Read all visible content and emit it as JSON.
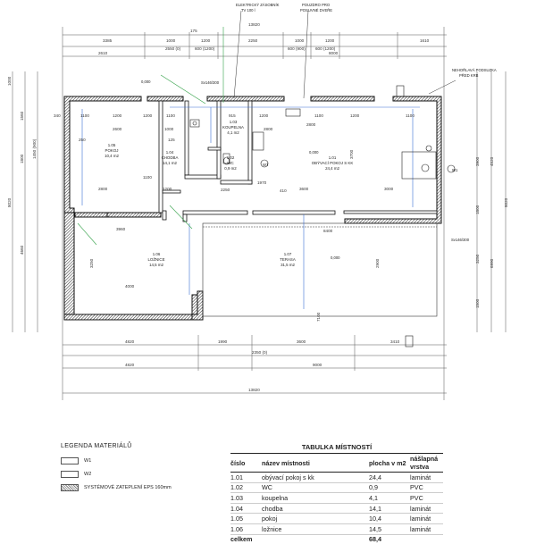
{
  "plan": {
    "overall_dims": [
      "13820"
    ],
    "top_dims_row1": [
      "3385",
      "1000",
      "1200",
      "2250",
      "1000",
      "1200",
      "1610"
    ],
    "top_dims_row2": [
      "2550 (0)",
      "600 (1200)",
      "600 (900)",
      "600 (1200)"
    ],
    "top_dims_row3": [
      "2610",
      "8000"
    ],
    "top_small": [
      "175"
    ],
    "bottom_dims_row1": [
      "4820",
      "1990",
      "3600",
      "3410"
    ],
    "bottom_dims_row2": [
      "2350 (0)"
    ],
    "bottom_dims_row3": [
      "4820",
      "9000"
    ],
    "left_dims": [
      "1000",
      "1560",
      "1450 (900)",
      "1800",
      "4660",
      "8020"
    ],
    "right_dims": [
      "4520",
      "3900",
      "6990",
      "1800",
      "3250",
      "1500",
      "8020"
    ],
    "interior_dims": [
      "340",
      "1100",
      "1200",
      "2600",
      "1000",
      "1200",
      "1100",
      "1200",
      "2800",
      "1200",
      "125",
      "915",
      "250",
      "1000",
      "3700",
      "3600",
      "3000",
      "8400",
      "3960",
      "2350",
      "2250",
      "2100",
      "1100",
      "4000",
      "2150",
      "1150",
      "1600",
      "3250",
      "2900",
      "600",
      "270",
      "410",
      "880",
      "1970",
      "508",
      "900",
      "240",
      "120",
      "7100"
    ],
    "notes": {
      "electrical": "ELEKTRICKÝ ZÁSOBNÍK TV 100 l",
      "sliding": "POUZDRO PRO POSUVNÉ DVEŘE",
      "hood": "NEHOŘLAVÁ PODSUZKA PŘED KRB",
      "w1": "W1",
      "zero1": "0,000",
      "vent": "Sv146/300"
    },
    "rooms": [
      {
        "id": "1.01",
        "name": "OBÝVACÍ POKOJ S KK",
        "area": "24,4 m2"
      },
      {
        "id": "1.02",
        "name": "WC",
        "area": "0,9 m2"
      },
      {
        "id": "1.03",
        "name": "KOUPELNA",
        "area": "4,1 m2"
      },
      {
        "id": "1.04",
        "name": "CHODBA",
        "area": "14,1 m2"
      },
      {
        "id": "1.05",
        "name": "POKOJ",
        "area": "10,4 m2"
      },
      {
        "id": "1.06",
        "name": "LOŽNICE",
        "area": "14,5 m2"
      },
      {
        "id": "1.07",
        "name": "TERASA",
        "area": "31,5 m2"
      }
    ]
  },
  "legend": {
    "title": "LEGENDA MATERIÁLŮ",
    "items": [
      "W1",
      "W2",
      "SYSTÉMOVÉ ZATEPLENÍ EPS 160mm"
    ]
  },
  "room_table": {
    "title": "TABULKA MÍSTNOSTÍ",
    "headers": [
      "číslo",
      "název místnosti",
      "plocha v m2",
      "nášlapná vrstva"
    ],
    "rows": [
      [
        "1.01",
        "obývací pokoj s kk",
        "24,4",
        "laminát"
      ],
      [
        "1.02",
        "WC",
        "0,9",
        "PVC"
      ],
      [
        "1.03",
        "koupelna",
        "4,1",
        "PVC"
      ],
      [
        "1.04",
        "chodba",
        "14,1",
        "laminát"
      ],
      [
        "1.05",
        "pokoj",
        "10,4",
        "laminát"
      ],
      [
        "1.06",
        "ložnice",
        "14,5",
        "laminát"
      ]
    ],
    "total_label": "celkem",
    "total_value": "68,4"
  }
}
